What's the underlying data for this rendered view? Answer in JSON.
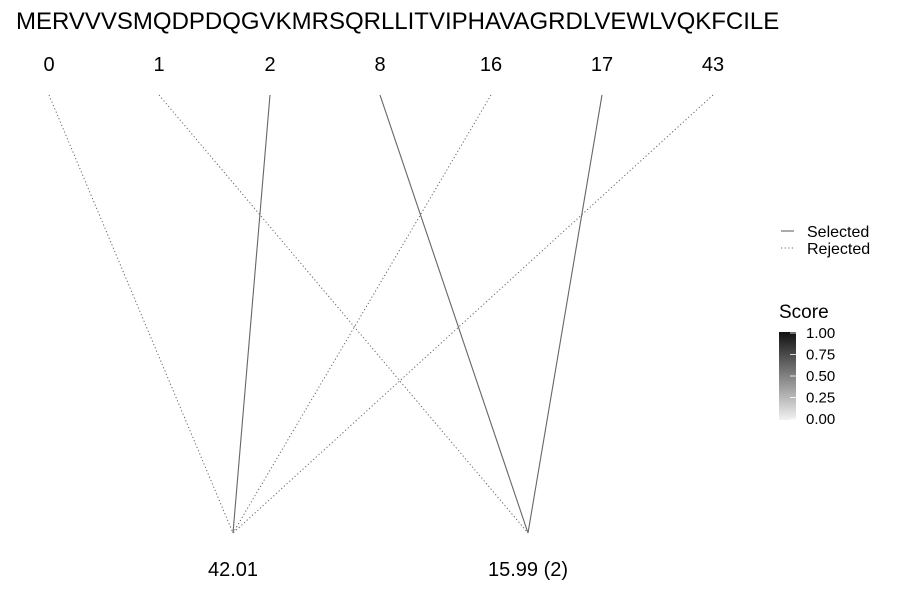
{
  "sequence": "MERVVVSMQDPDQGVKMRSQRLLITVIPHAVAGRDLVEWLVQKFCILE",
  "positions": [
    "0",
    "1",
    "2",
    "8",
    "16",
    "17",
    "43"
  ],
  "masses": [
    "42.01",
    "15.99 (2)"
  ],
  "connections": [
    {
      "from": 0,
      "to": 0,
      "status": "rejected"
    },
    {
      "from": 1,
      "to": 1,
      "status": "rejected"
    },
    {
      "from": 2,
      "to": 0,
      "status": "selected"
    },
    {
      "from": 3,
      "to": 1,
      "status": "selected"
    },
    {
      "from": 4,
      "to": 0,
      "status": "rejected"
    },
    {
      "from": 5,
      "to": 1,
      "status": "selected"
    },
    {
      "from": 6,
      "to": 0,
      "status": "rejected"
    }
  ],
  "line_color": "#666666",
  "legend": {
    "selected_label": "Selected",
    "rejected_label": "Rejected"
  },
  "score_scale": {
    "title": "Score",
    "ticks": [
      "1.00",
      "0.75",
      "0.50",
      "0.25",
      "0.00"
    ],
    "color_high": "#111111",
    "color_low": "#f2f2f2"
  }
}
